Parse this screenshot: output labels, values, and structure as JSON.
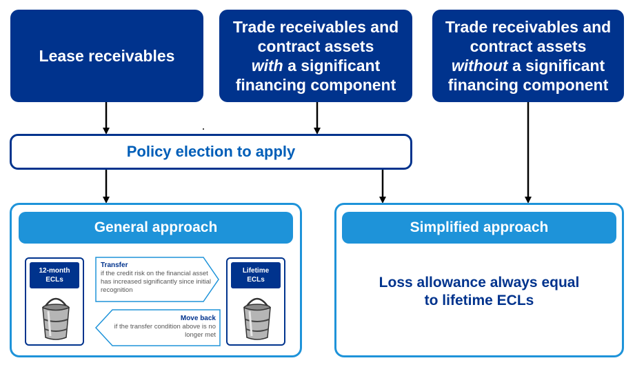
{
  "top_boxes": {
    "lease": "Lease receivables",
    "with_fc": {
      "line1": "Trade receivables and",
      "line2": "contract assets",
      "emph": "with",
      "line3_rest": " a significant",
      "line4": "financing component"
    },
    "without_fc": {
      "line1": "Trade receivables and",
      "line2": "contract assets",
      "emph": "without",
      "line3_rest": " a significant",
      "line4": "financing component"
    }
  },
  "policy": "Policy election to apply",
  "general": {
    "title": "General approach",
    "ecl_12m": {
      "line1": "12-month",
      "line2": "ECLs"
    },
    "ecl_lifetime": {
      "line1": "Lifetime",
      "line2": "ECLs"
    },
    "transfer": {
      "title": "Transfer",
      "text": "if the credit risk on the financial asset has increased significantly since initial recognition"
    },
    "move_back": {
      "title": "Move back",
      "text": "if the transfer condition above is no longer met"
    }
  },
  "simplified": {
    "title": "Simplified approach",
    "line1": "Loss allowance always equal",
    "line2": "to lifetime ECLs"
  },
  "colors": {
    "navy": "#00338d",
    "blue": "#1e93d9",
    "text_blue": "#005eb8"
  }
}
